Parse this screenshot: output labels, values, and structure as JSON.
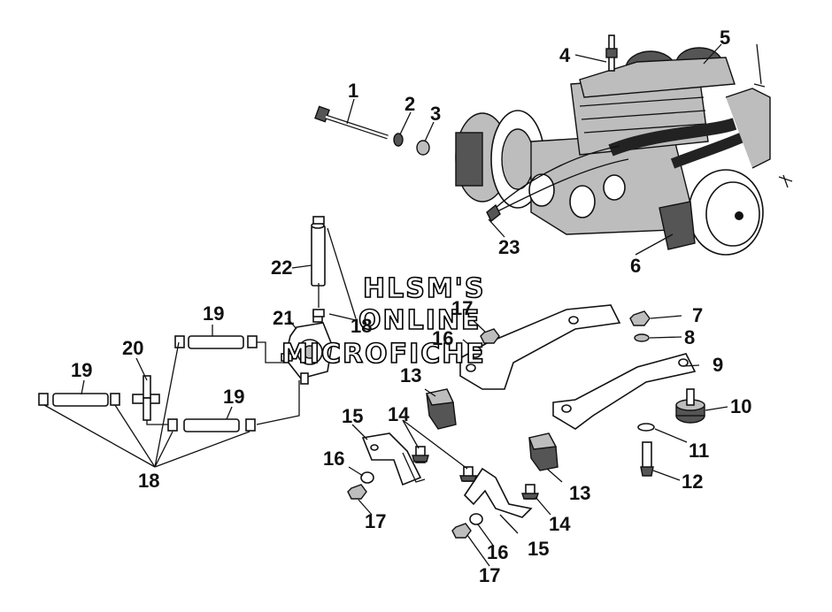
{
  "watermark": {
    "line1": "HLSM'S",
    "line2": "ONLINE",
    "line3": "MICROFICHE"
  },
  "callouts": [
    {
      "id": "c1",
      "text": "1"
    },
    {
      "id": "c2",
      "text": "2"
    },
    {
      "id": "c3",
      "text": "3"
    },
    {
      "id": "c4",
      "text": "4"
    },
    {
      "id": "c5",
      "text": "5"
    },
    {
      "id": "c6",
      "text": "6"
    },
    {
      "id": "c7",
      "text": "7"
    },
    {
      "id": "c8",
      "text": "8"
    },
    {
      "id": "c9",
      "text": "9"
    },
    {
      "id": "c10",
      "text": "10"
    },
    {
      "id": "c11",
      "text": "11"
    },
    {
      "id": "c12",
      "text": "12"
    },
    {
      "id": "c13a",
      "text": "13"
    },
    {
      "id": "c13b",
      "text": "13"
    },
    {
      "id": "c14a",
      "text": "14"
    },
    {
      "id": "c14b",
      "text": "14"
    },
    {
      "id": "c15a",
      "text": "15"
    },
    {
      "id": "c15b",
      "text": "15"
    },
    {
      "id": "c16a",
      "text": "16"
    },
    {
      "id": "c16b",
      "text": "16"
    },
    {
      "id": "c16c",
      "text": "16"
    },
    {
      "id": "c17a",
      "text": "17"
    },
    {
      "id": "c17b",
      "text": "17"
    },
    {
      "id": "c17c",
      "text": "17"
    },
    {
      "id": "c18a",
      "text": "18"
    },
    {
      "id": "c18b",
      "text": "18"
    },
    {
      "id": "c19a",
      "text": "19"
    },
    {
      "id": "c19b",
      "text": "19"
    },
    {
      "id": "c19c",
      "text": "19"
    },
    {
      "id": "c20",
      "text": "20"
    },
    {
      "id": "c21",
      "text": "21"
    },
    {
      "id": "c22",
      "text": "22"
    },
    {
      "id": "c23",
      "text": "23"
    }
  ]
}
